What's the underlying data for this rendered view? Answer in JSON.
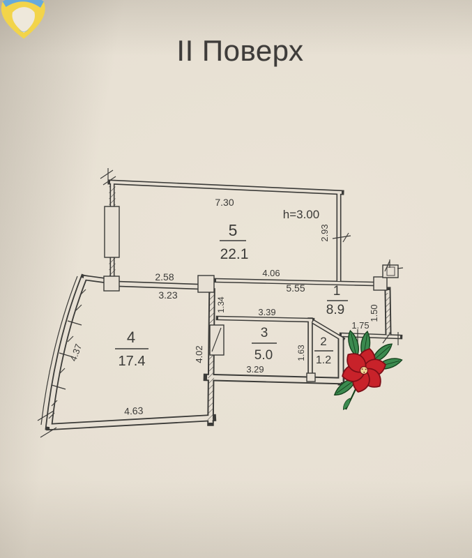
{
  "photo": {
    "title": "II Поверх"
  },
  "plan": {
    "rooms": {
      "r1": {
        "number": "1",
        "area": "8.9"
      },
      "r2": {
        "number": "2",
        "area": "1.2"
      },
      "r3": {
        "number": "3",
        "area": "5.0"
      },
      "r4": {
        "number": "4",
        "area": "17.4"
      },
      "r5": {
        "number": "5",
        "area": "22.1"
      }
    },
    "ceiling_height": "h=3.00",
    "dimensions": {
      "room5_width_top": "7.30",
      "room5_right": "2.93",
      "corridor_top_above": "4.06",
      "corridor_top_below": "5.55",
      "left_window_above": "2.58",
      "left_window_below": "3.23",
      "corridor_left_height": "1.34",
      "room3_width_top": "3.39",
      "room3_width_bottom": "3.29",
      "room3_right_height": "1.63",
      "hall_right_height": "1.50",
      "hall_bottom_width": "1.75",
      "room4_curved_wall": "4.37",
      "room4_right_height": "4.02",
      "room4_width_bottom": "4.63"
    }
  },
  "colors": {
    "paper": "#e7e0d4",
    "ink": "#3b3a38",
    "logo_blue": "#66aadb",
    "logo_yellow": "#f2d44a",
    "flower_red": "#c8232c",
    "flower_green": "#3a8a50"
  }
}
